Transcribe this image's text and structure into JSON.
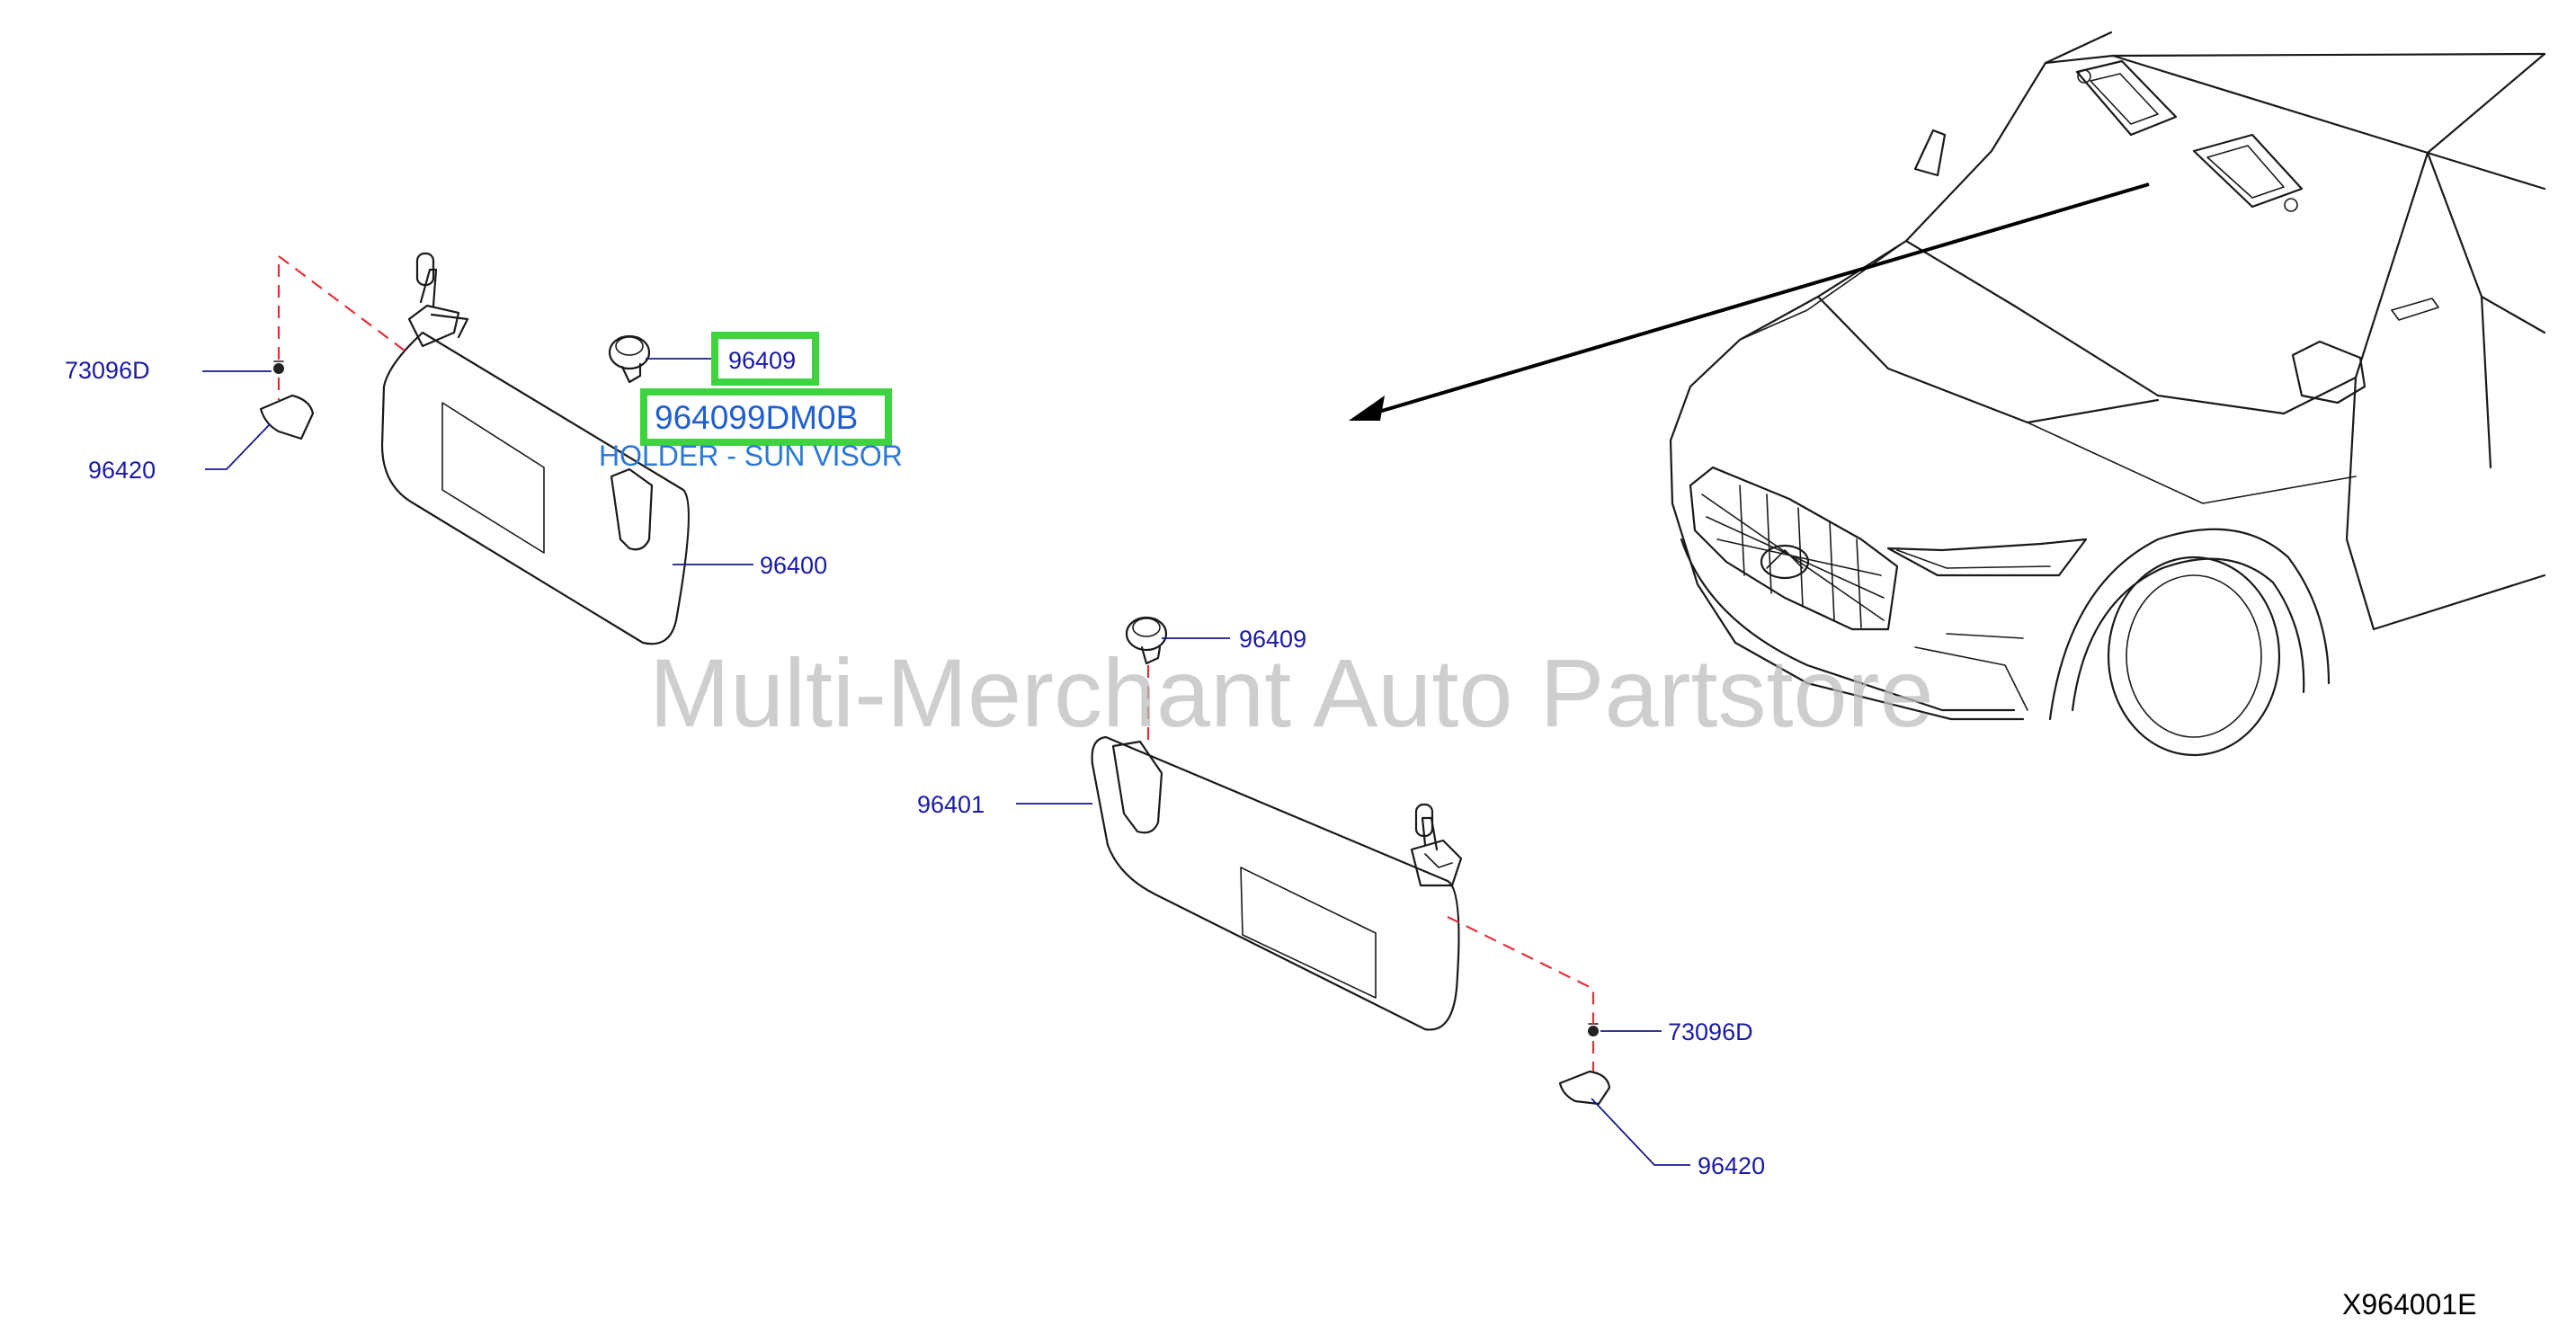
{
  "diagram": {
    "callouts": {
      "left_clip": "73096D",
      "left_cover": "96420",
      "left_holder": "96409",
      "left_visor": "96400",
      "right_holder": "96409",
      "right_visor": "96401",
      "right_clip": "73096D",
      "right_cover": "96420"
    },
    "highlight": {
      "part_number": "964099DM0B",
      "description": "HOLDER - SUN VISOR",
      "box_color": "#3fd33f"
    },
    "watermark": "Multi-Merchant Auto Partstore",
    "diagram_ref": "X964001E",
    "colors": {
      "callout_text": "#1a1aa6",
      "dashed_line": "#e0303a",
      "linework": "#1a1a1a"
    }
  }
}
